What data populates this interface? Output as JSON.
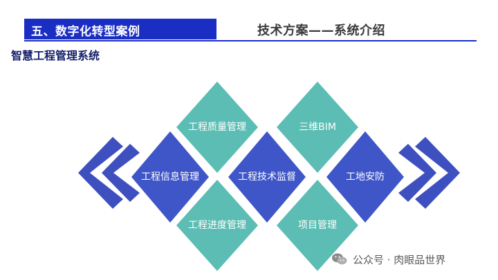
{
  "header": {
    "section_title": "五、数字化转型案例",
    "subtitle": "技术方案——系统介绍"
  },
  "page_title": "智慧工程管理系统",
  "diagram": {
    "nodes": {
      "quality": "工程质量管理",
      "bim": "三维BIM",
      "info": "工程信息管理",
      "supervision": "工程技术监督",
      "safety": "工地安防",
      "progress": "工程进度管理",
      "project": "项目管理"
    },
    "colors": {
      "teal": "#5bbdb3",
      "blue": "#3f56c8",
      "chevron": "#3e4fbf"
    }
  },
  "footer": {
    "watermark": "公众号 · 肉眼品世界"
  }
}
